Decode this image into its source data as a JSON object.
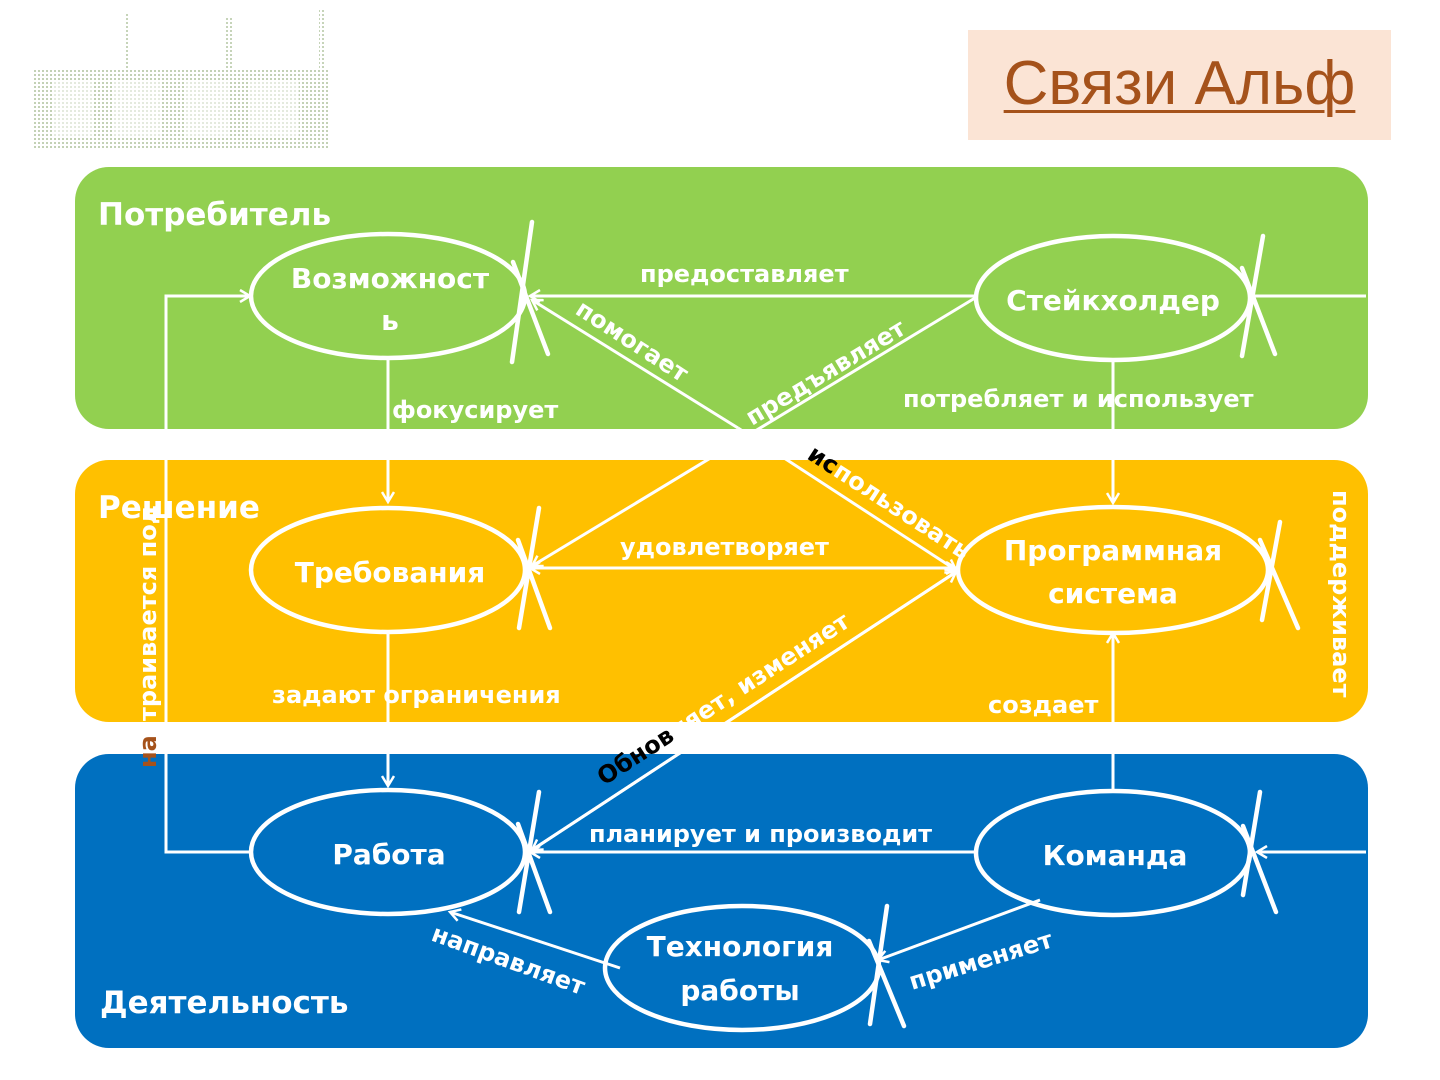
{
  "title": "Связи Альф",
  "colors": {
    "customer": "#92d050",
    "solution": "#ffc000",
    "endeavor": "#0070c0",
    "line": "#ffffff",
    "title_bg": "#fbe4d5",
    "title_text": "#a5521b"
  },
  "areas": {
    "customer": "Потребитель",
    "solution": "Решение",
    "endeavor": "Деятельность"
  },
  "alphas": {
    "opportunity_line1": "Возможност",
    "opportunity_line2": "ь",
    "stakeholders": "Стейкхолдер",
    "requirements": "Требования",
    "software_line1": "Программная",
    "software_line2": "система",
    "work": "Работа",
    "team": "Команда",
    "way_line1": "Технология",
    "way_line2": "работы"
  },
  "relations": {
    "provides": "предоставляет",
    "helps": "помогает",
    "presents": "предъявляет",
    "focuses": "фокусирует",
    "consumes_uses": "потребляет и использует",
    "use_dark": "ис",
    "use_rest": "пользовать",
    "satisfies": "удовлетворяет",
    "constrain": "задают ограничения",
    "updates_dark": "Обнов",
    "updates_rest": "ляет, изменяет",
    "produces": "создает",
    "supports": "поддерживает",
    "tuned_dark": "на",
    "tuned_rest": "страивается под",
    "plans_performs": "планирует и производит",
    "guides": "направляет",
    "applies": "применяет"
  }
}
